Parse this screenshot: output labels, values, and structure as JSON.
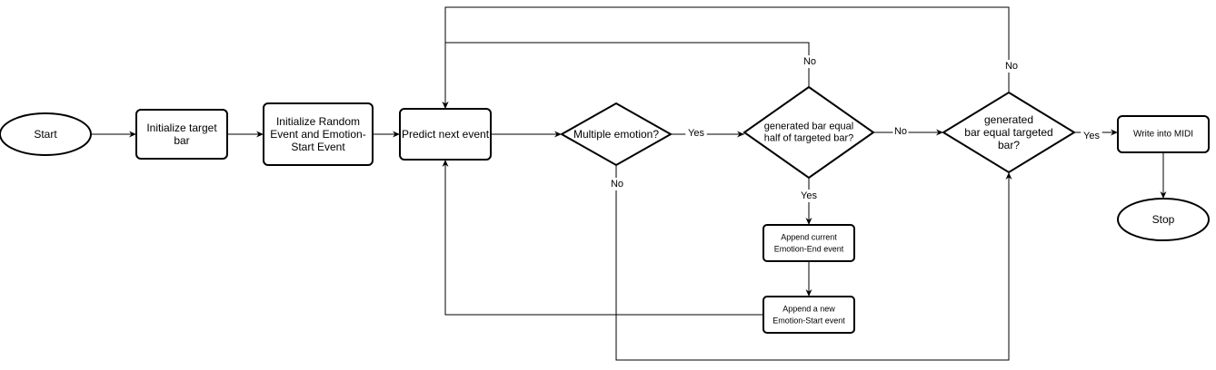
{
  "diagram": {
    "nodes": [
      {
        "id": "start",
        "shape": "ellipse",
        "lines": [
          "Start"
        ]
      },
      {
        "id": "init_bar",
        "shape": "rect",
        "lines": [
          "Initialize target",
          "bar"
        ]
      },
      {
        "id": "init_event",
        "shape": "rect",
        "lines": [
          "Initialize Random",
          "Event and Emotion-",
          "Start Event"
        ]
      },
      {
        "id": "predict",
        "shape": "rect",
        "lines": [
          "Predict next event"
        ]
      },
      {
        "id": "multi",
        "shape": "diamond",
        "lines": [
          "Multiple emotion?"
        ]
      },
      {
        "id": "half",
        "shape": "diamond",
        "lines": [
          "generated bar equal",
          "half of targeted bar?"
        ]
      },
      {
        "id": "full",
        "shape": "diamond",
        "lines": [
          "generated",
          "bar equal targeted",
          "bar?"
        ]
      },
      {
        "id": "write",
        "shape": "rect",
        "lines": [
          "Write into MIDI"
        ]
      },
      {
        "id": "stop",
        "shape": "ellipse",
        "lines": [
          "Stop"
        ]
      },
      {
        "id": "append_end",
        "shape": "rect",
        "lines": [
          "Append current",
          "Emotion-End event"
        ]
      },
      {
        "id": "append_start",
        "shape": "rect",
        "lines": [
          "Append a new",
          "Emotion-Start event"
        ]
      }
    ],
    "edges": [
      {
        "id": "start-init_bar",
        "label": ""
      },
      {
        "id": "init_bar-init_event",
        "label": ""
      },
      {
        "id": "init_event-predict",
        "label": ""
      },
      {
        "id": "predict-multi",
        "label": ""
      },
      {
        "id": "multi-half",
        "label": "Yes"
      },
      {
        "id": "multi-full",
        "label": "No"
      },
      {
        "id": "half-full",
        "label": "No"
      },
      {
        "id": "half-append_end",
        "label": "Yes"
      },
      {
        "id": "half-predict",
        "label": "No"
      },
      {
        "id": "full-predict",
        "label": "No"
      },
      {
        "id": "full-write",
        "label": "Yes"
      },
      {
        "id": "write-stop",
        "label": ""
      },
      {
        "id": "append_end-append_start",
        "label": ""
      },
      {
        "id": "append_start-predict",
        "label": ""
      }
    ]
  }
}
